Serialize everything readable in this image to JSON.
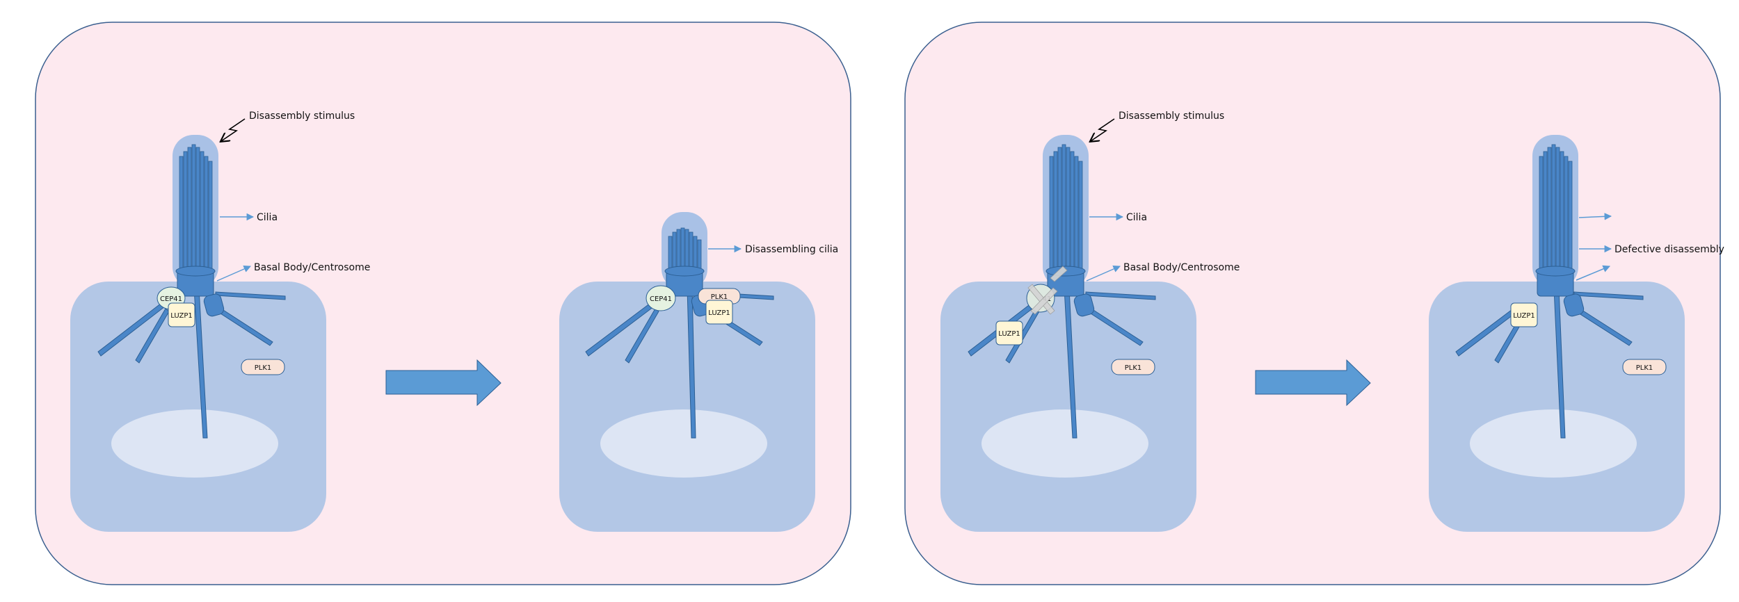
{
  "colors": {
    "panel_fill": "#fde9ef",
    "panel_stroke": "#3a5f8f",
    "cell_fill": "#b3c7e6",
    "nucleus_fill": "#dde5f4",
    "cilia_sheath": "#a9c1e6",
    "microtubule": "#4a86c8",
    "microtubule_stroke": "#2c5f94",
    "arrow": "#5b9bd5",
    "cep41_fill": "#e5f2e1",
    "luzp1_fill": "#fff6d6",
    "plk1_fill": "#f9e3d8"
  },
  "left_panel": {
    "before": {
      "stimulus_label": "Disassembly stimulus",
      "cilia_label": "Cilia",
      "basal_body_label": "Basal Body/Centrosome",
      "cep41_label": "CEP41",
      "luzp1_label": "LUZP1",
      "plk1_label": "PLK1"
    },
    "after": {
      "disassembling_label": "Disassembling cilia",
      "cep41_label": "CEP41",
      "plk1_label": "PLK1",
      "luzp1_label": "LUZP1"
    }
  },
  "right_panel": {
    "before": {
      "stimulus_label": "Disassembly stimulus",
      "cilia_label": "Cilia",
      "basal_body_label": "Basal Body/Centrosome",
      "cep41_label": "41",
      "luzp1_label": "LUZP1",
      "plk1_label": "PLK1"
    },
    "after": {
      "defective_label": "Defective disassembly",
      "luzp1_label": "LUZP1",
      "plk1_label": "PLK1"
    }
  }
}
